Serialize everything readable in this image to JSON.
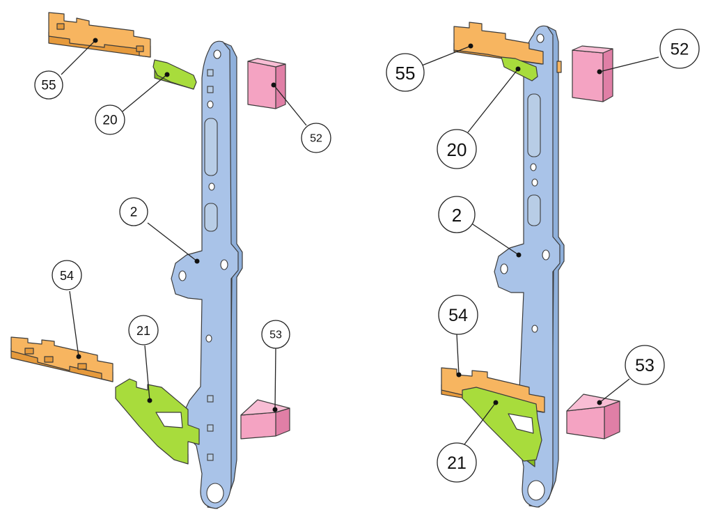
{
  "diagram": {
    "colors": {
      "plate": "#a9c3e8",
      "plate_shade": "#8fb0db",
      "bracket_orange": "#f7b560",
      "bracket_orange_shade": "#e69a3c",
      "bracket_green": "#a8dc3c",
      "bracket_green_shade": "#86bd22",
      "block_pink": "#f4a3c2",
      "block_pink_shade": "#e07fa6"
    },
    "views": [
      {
        "view": "exploded",
        "callouts": [
          {
            "id": "55",
            "label": "55",
            "part": "bracket-orange-top"
          },
          {
            "id": "20",
            "label": "20",
            "part": "clip-green-top"
          },
          {
            "id": "52",
            "label": "52",
            "part": "block-pink-top"
          },
          {
            "id": "2",
            "label": "2",
            "part": "plate-blue"
          },
          {
            "id": "54",
            "label": "54",
            "part": "bracket-orange-bottom"
          },
          {
            "id": "21",
            "label": "21",
            "part": "bracket-green-bottom"
          },
          {
            "id": "53",
            "label": "53",
            "part": "block-pink-bottom"
          }
        ]
      },
      {
        "view": "assembled",
        "callouts": [
          {
            "id": "55",
            "label": "55",
            "part": "bracket-orange-top"
          },
          {
            "id": "20",
            "label": "20",
            "part": "clip-green-top"
          },
          {
            "id": "52",
            "label": "52",
            "part": "block-pink-top"
          },
          {
            "id": "2",
            "label": "2",
            "part": "plate-blue"
          },
          {
            "id": "54",
            "label": "54",
            "part": "bracket-orange-bottom"
          },
          {
            "id": "21",
            "label": "21",
            "part": "bracket-green-bottom"
          },
          {
            "id": "53",
            "label": "53",
            "part": "block-pink-bottom"
          }
        ]
      }
    ]
  }
}
